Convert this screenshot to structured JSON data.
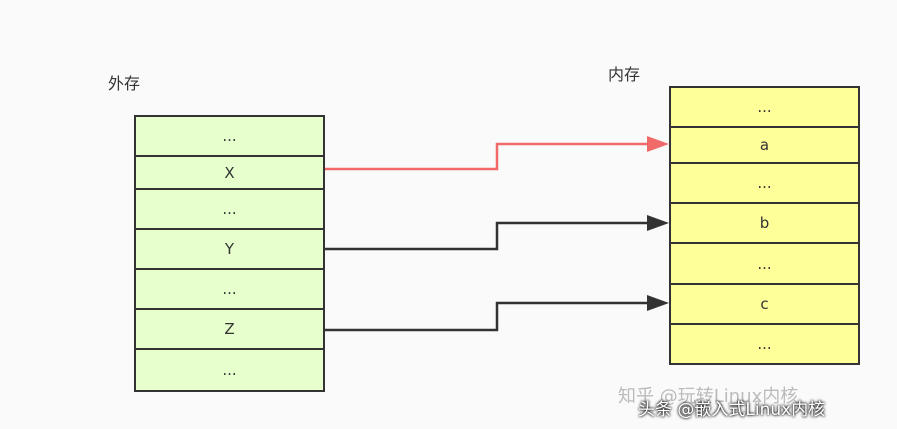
{
  "external": {
    "title": "外存",
    "cells": [
      "...",
      "X",
      "...",
      "Y",
      "...",
      "Z",
      "..."
    ]
  },
  "memory": {
    "title": "内存",
    "cells": [
      "...",
      "a",
      "...",
      "b",
      "...",
      "c",
      "..."
    ]
  },
  "mappings": [
    {
      "from": "X",
      "to": "a",
      "color": "#f06a6a"
    },
    {
      "from": "Y",
      "to": "b",
      "color": "#333333"
    },
    {
      "from": "Z",
      "to": "c",
      "color": "#333333"
    }
  ],
  "watermark": {
    "faint": "知乎 @玩转Linux内核",
    "badge": "头条 @嵌入式Linux内核"
  }
}
